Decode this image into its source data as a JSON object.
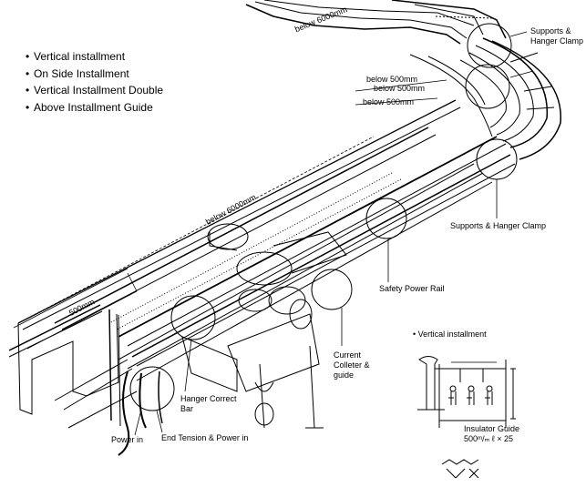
{
  "bullet_list": [
    "Vertical installment",
    "On Side Installment",
    "Vertical Installment Double",
    "Above Installment Guide"
  ],
  "callouts": {
    "supports_top": "Supports &",
    "hanger_clamp_top": "Hanger Clamp",
    "below_6000_top": "below  6000mm",
    "below_500_a": "below 500mm",
    "below_500_b": "below 500mm",
    "below_500_c": "below 500mm",
    "below_6000_mid": "below  6000mm",
    "supports_hanger_clamp": "Supports & Hanger Clamp",
    "safety_power_rail": "Safety Power Rail",
    "dim_500": "500mm",
    "current_line1": "Current",
    "current_line2": "Colleter &",
    "current_line3": "guide",
    "hanger_correct_line1": "Hanger Correct",
    "hanger_correct_line2": "Bar",
    "power_in": "Power in",
    "end_tension": "End Tension & Power in"
  },
  "detail": {
    "title": "• Vertical installment",
    "insulator_guide": "Insulator Guide",
    "spec": "500ᵐ/ₘ ℓ × 25"
  }
}
